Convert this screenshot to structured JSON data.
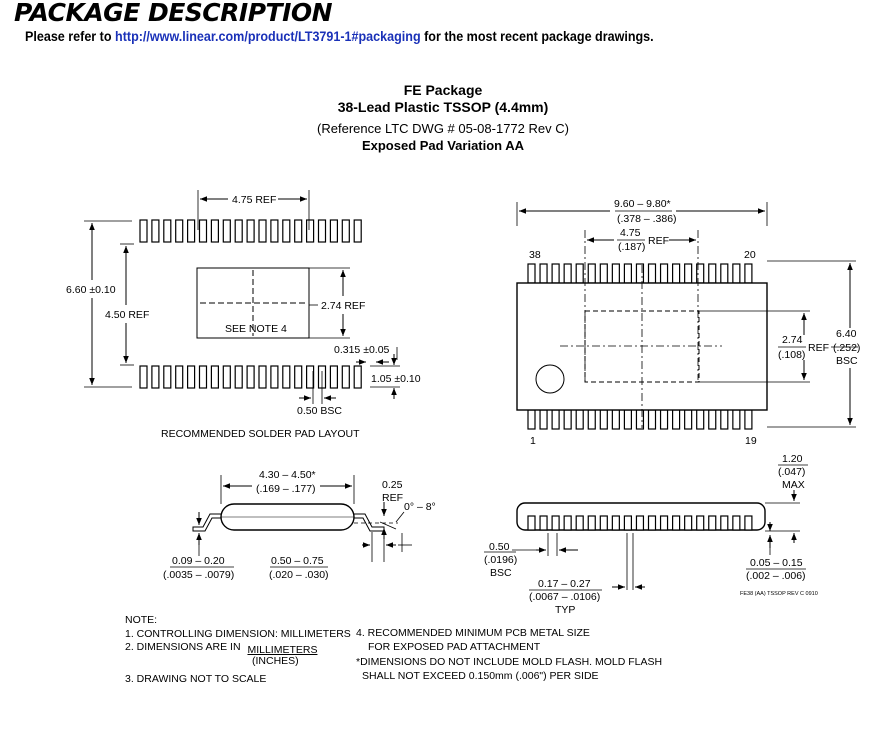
{
  "header": {
    "title": "PACKAGE DESCRIPTION",
    "refer_prefix": "Please refer to",
    "refer_link": "http://www.linear.com/product/LT3791-1#packaging",
    "refer_suffix": "for the most recent package drawings."
  },
  "package": {
    "name": "FE Package",
    "type": "38-Lead Plastic TSSOP (4.4mm)",
    "reference": "(Reference LTC DWG # 05-08-1772 Rev C)",
    "variation": "Exposed Pad Variation AA"
  },
  "solder_layout": {
    "dim_width_ref": "4.75 REF",
    "dim_height": "6.60 ±0.10",
    "dim_inner_ref": "4.50 REF",
    "dim_pad_ref": "2.74 REF",
    "note_label": "SEE NOTE 4",
    "dim_pad_width": "0.315 ±0.05",
    "dim_pad_length": "1.05 ±0.10",
    "dim_pitch": "0.50 BSC",
    "caption": "RECOMMENDED SOLDER PAD LAYOUT"
  },
  "top_view": {
    "dim_length_mm": "9.60 – 9.80*",
    "dim_length_in": "(.378 – .386)",
    "dim_pad_mm": "4.75",
    "dim_pad_in": "(.187)",
    "dim_pad_ref": "REF",
    "pin_38": "38",
    "pin_20": "20",
    "pin_1": "1",
    "pin_19": "19",
    "dim_exp_mm": "2.74",
    "dim_exp_in": "(.108)",
    "dim_exp_ref": "REF",
    "dim_width_mm": "6.40",
    "dim_width_in": "(.252)",
    "dim_width_bsc": "BSC"
  },
  "side_view": {
    "dim_body_mm": "4.30 – 4.50*",
    "dim_body_in": "(.169 – .177)",
    "dim_gauge_mm": "0.25",
    "dim_gauge_ref": "REF",
    "dim_angle": "0° – 8°",
    "dim_lead_t_mm": "0.09 – 0.20",
    "dim_lead_t_in": "(.0035 – .0079)",
    "dim_foot_mm": "0.50 – 0.75",
    "dim_foot_in": "(.020 – .030)"
  },
  "end_view": {
    "dim_height_mm": "1.20",
    "dim_height_in": "(.047)",
    "dim_height_max": "MAX",
    "dim_pitch_mm": "0.50",
    "dim_pitch_in": "(.0196)",
    "dim_pitch_bsc": "BSC",
    "dim_lead_w_mm": "0.17 – 0.27",
    "dim_lead_w_in": "(.0067 – .0106)",
    "dim_lead_w_typ": "TYP",
    "dim_standoff_mm": "0.05 – 0.15",
    "dim_standoff_in": "(.002 – .006)",
    "drawing_id": "FE38 (AA) TSSOP REV C 0910"
  },
  "notes": {
    "heading": "NOTE:",
    "n1": "1. CONTROLLING DIMENSION: MILLIMETERS",
    "n2_prefix": "2. DIMENSIONS ARE IN",
    "n2_num": "MILLIMETERS",
    "n2_den": "(INCHES)",
    "n3": "3. DRAWING NOT TO SCALE",
    "n4_l1": "4. RECOMMENDED MINIMUM PCB METAL SIZE",
    "n4_l2": "FOR EXPOSED PAD ATTACHMENT",
    "n5_l1": "*DIMENSIONS DO NOT INCLUDE MOLD FLASH. MOLD FLASH",
    "n5_l2": "SHALL NOT EXCEED 0.150mm (.006\") PER SIDE"
  }
}
